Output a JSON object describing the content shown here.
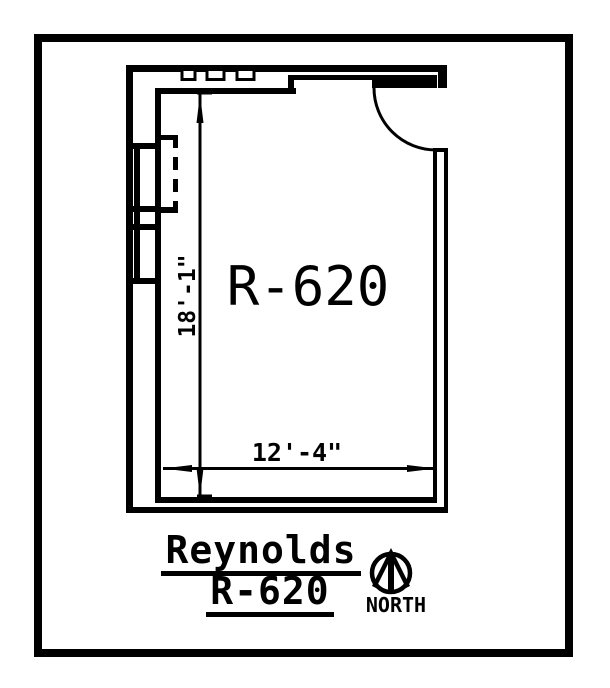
{
  "colors": {
    "ink": "#000000",
    "paper": "#ffffff"
  },
  "plan": {
    "room_label": "R-620",
    "dim_vertical": "18'-1\"",
    "dim_horizontal": "12'-4\""
  },
  "title": {
    "line1": "Reynolds",
    "line2": "R-620"
  },
  "north": {
    "label": "NORTH"
  }
}
